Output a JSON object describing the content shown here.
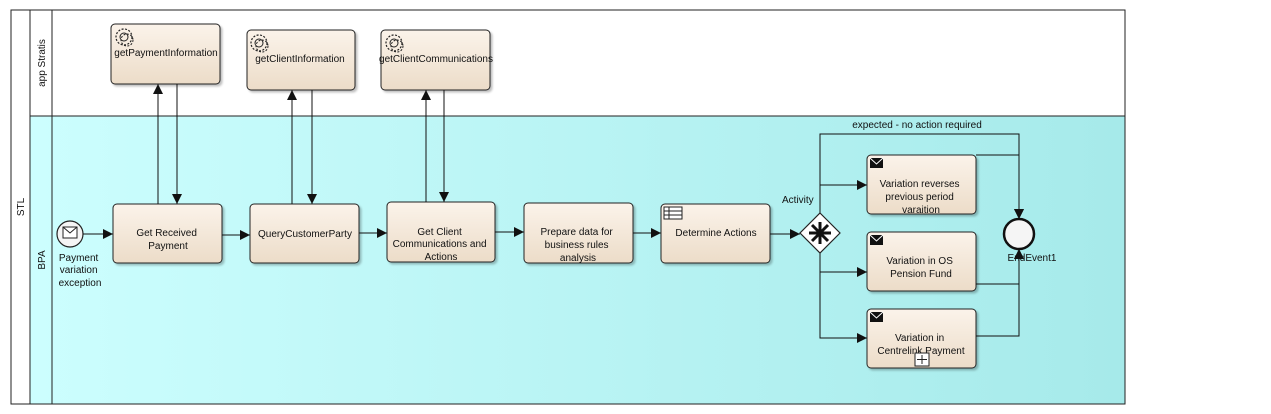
{
  "pool": {
    "label": "STL"
  },
  "lanes": {
    "top": {
      "label": "app Stratis"
    },
    "bottom": {
      "label": "BPA"
    }
  },
  "services": {
    "s1": {
      "label": "getPaymentInformation"
    },
    "s2": {
      "label": "getClientInformation"
    },
    "s3": {
      "label": "getClientCommunications"
    }
  },
  "start_event": {
    "label_lines": [
      "Payment",
      "variation",
      "exception"
    ]
  },
  "tasks": {
    "t1": {
      "lines": [
        "Get Received",
        "Payment"
      ]
    },
    "t2": {
      "lines": [
        "QueryCustomerParty"
      ]
    },
    "t3": {
      "lines": [
        "Get Client",
        "Communications and",
        "Actions"
      ]
    },
    "t4": {
      "lines": [
        "Prepare data for",
        "business rules",
        "analysis"
      ]
    },
    "t5": {
      "lines": [
        "Determine Actions"
      ]
    },
    "v1": {
      "lines": [
        "Variation reverses",
        "previous period",
        "varaition"
      ]
    },
    "v2": {
      "lines": [
        "Variation in OS",
        "Pension Fund"
      ]
    },
    "v3": {
      "lines": [
        "Variation in",
        "Centrelink Payment"
      ]
    }
  },
  "gateway": {
    "label": "Activity"
  },
  "end_event": {
    "label": "EndEvent1"
  },
  "flow_labels": {
    "expected": "expected - no action required"
  },
  "colors": {
    "lane_fill": "#c8fcfc",
    "task_fill": "#f3e6d4",
    "stroke": "#222222"
  }
}
